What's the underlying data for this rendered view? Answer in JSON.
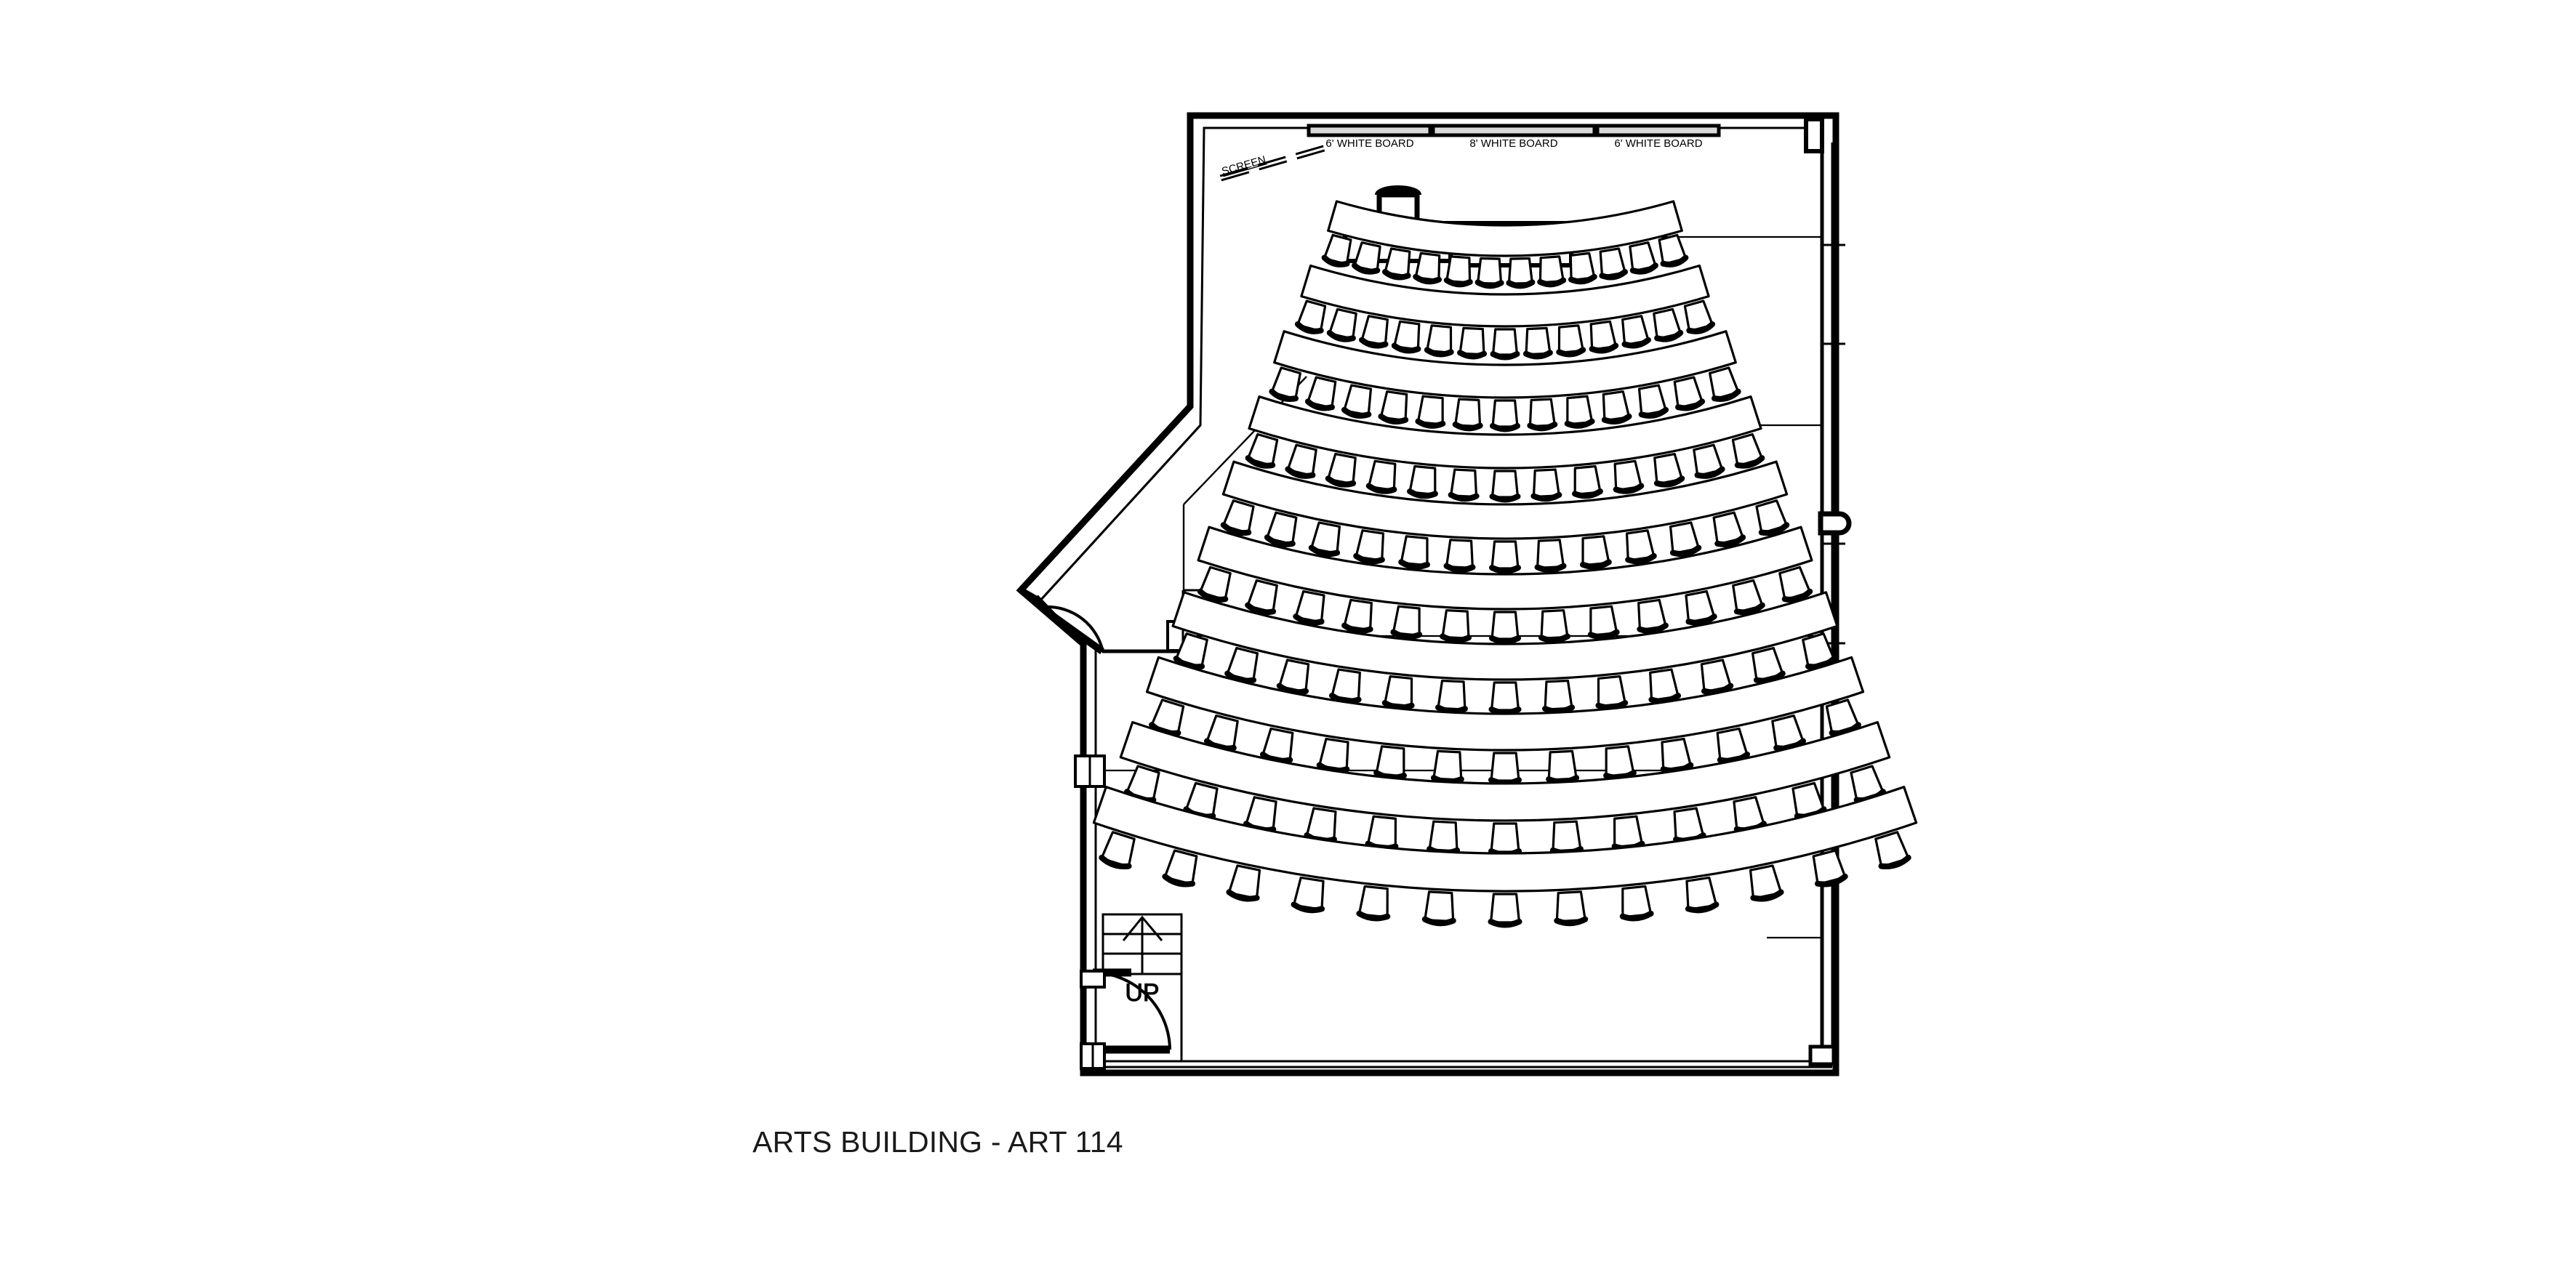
{
  "drawing": {
    "title": "ARTS BUILDING - ART 114",
    "room_label": "ART 114",
    "building_label": "ARTS BUILDING",
    "type": "lecture-hall-floor-plan",
    "line_color": "#000000",
    "background_color": "#ffffff",
    "whiteboard_fill": "#d9d9d9"
  },
  "annotations": {
    "screen_label": "SCREEN",
    "stair_label": "UP",
    "whiteboards": [
      {
        "label": "6' WHITE BOARD",
        "width_ft": 6
      },
      {
        "label": "8' WHITE BOARD",
        "width_ft": 8
      },
      {
        "label": "6' WHITE BOARD",
        "width_ft": 6
      }
    ]
  },
  "seating": {
    "row_count": 10,
    "total_seats": 126,
    "rows": [
      {
        "row": 1,
        "seats": 12
      },
      {
        "row": 2,
        "seats": 13
      },
      {
        "row": 3,
        "seats": 13
      },
      {
        "row": 4,
        "seats": 13
      },
      {
        "row": 5,
        "seats": 13
      },
      {
        "row": 6,
        "seats": 13
      },
      {
        "row": 7,
        "seats": 13
      },
      {
        "row": 8,
        "seats": 13
      },
      {
        "row": 9,
        "seats": 13
      },
      {
        "row": 10,
        "seats": 13
      }
    ]
  },
  "fixtures": {
    "podium": "podium",
    "instructor_desk": "instructor-desk",
    "projection_screen": "projection-screen",
    "stairs": "stairs-up",
    "doors": [
      "door-northwest-angled-wall",
      "door-southwest"
    ],
    "window_wall": "east-window-wall"
  }
}
